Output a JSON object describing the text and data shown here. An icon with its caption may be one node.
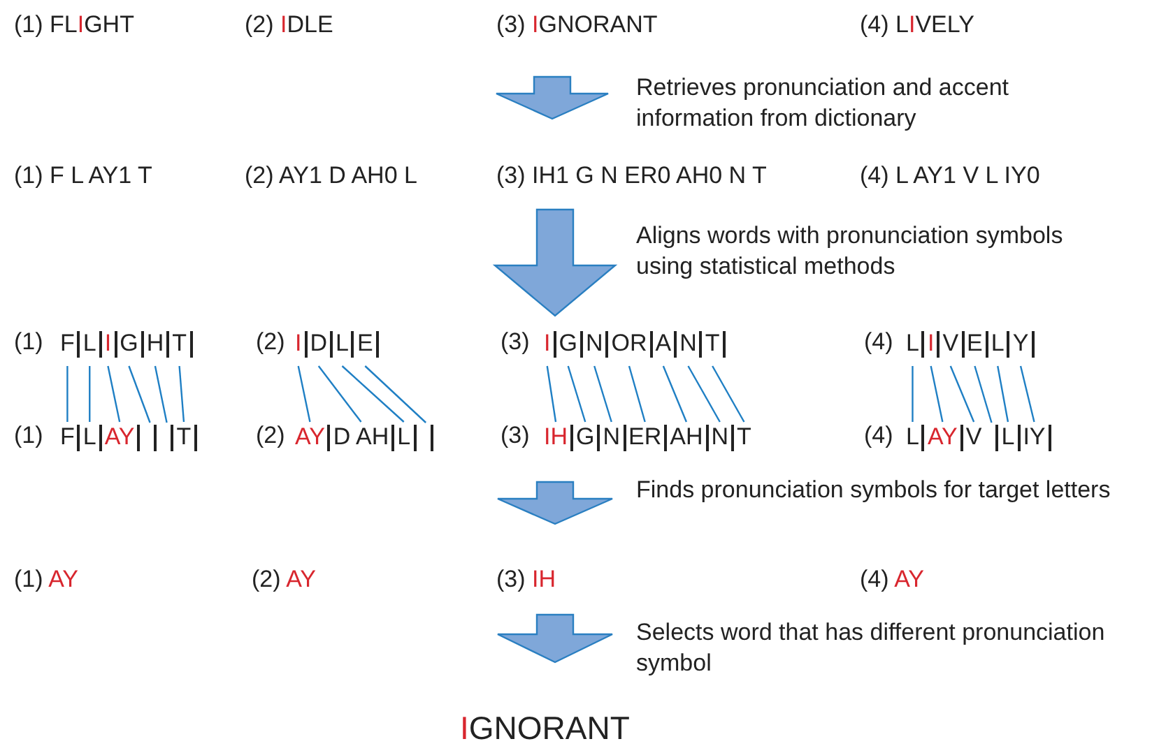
{
  "diagram": {
    "nodes": [
      {
        "text": [
          "F"
        ]
      },
      {
        "text": [
          "L"
        ]
      },
      {
        "text": [
          "I"
        ]
      },
      {
        "text": [
          "G"
        ]
      },
      {
        "text": [
          "H"
        ]
      },
      {
        "text": [
          "T"
        ]
      },
      {
        "text": [
          "I"
        ]
      },
      {
        "text": [
          "D"
        ]
      },
      {
        "text": [
          "L"
        ]
      },
      {
        "text": [
          "E"
        ]
      },
      {
        "text": [
          "I"
        ]
      },
      {
        "text": [
          "G"
        ]
      },
      {
        "text": [
          "N"
        ]
      },
      {
        "text": [
          "OR"
        ]
      },
      {
        "text": [
          "A"
        ]
      },
      {
        "text": [
          "N"
        ]
      },
      {
        "text": [
          "T"
        ]
      },
      {
        "text": [
          "L"
        ]
      },
      {
        "text": [
          "I"
        ]
      },
      {
        "text": [
          "V"
        ]
      },
      {
        "text": [
          "E"
        ]
      },
      {
        "text": [
          "L"
        ]
      },
      {
        "text": [
          "Y"
        ]
      },
      {
        "text": [
          "F"
        ]
      },
      {
        "text": [
          "L"
        ]
      },
      {
        "text": [
          "AY"
        ]
      },
      {
        "text": [],
        "shape": "box"
      },
      {
        "text": [],
        "shape": "box"
      },
      {
        "text": [
          "T"
        ]
      },
      {
        "text": [
          "AY"
        ]
      },
      {
        "text": [
          "D AH"
        ]
      },
      {
        "text": [
          "L"
        ]
      },
      {
        "text": [],
        "shape": "box"
      },
      {
        "text": [
          "IH"
        ]
      },
      {
        "text": [
          "G"
        ]
      },
      {
        "text": [
          "N"
        ]
      },
      {
        "text": [
          "ER"
        ]
      },
      {
        "text": [
          "AH"
        ]
      },
      {
        "text": [
          "N"
        ]
      },
      {
        "text": [
          "T"
        ]
      },
      {
        "text": [
          "L"
        ]
      },
      {
        "text": [
          "AY"
        ]
      },
      {
        "text": [
          "V"
        ]
      },
      {
        "text": [],
        "shape": "box"
      },
      {
        "text": [
          "L"
        ]
      },
      {
        "text": [
          "IY"
        ]
      }
    ],
    "edges": [
      {
        "from": 0,
        "to": 23,
        "arrow": "none"
      },
      {
        "from": 1,
        "to": 24,
        "arrow": "none"
      },
      {
        "from": 2,
        "to": 25,
        "arrow": "none"
      },
      {
        "from": 3,
        "to": 26,
        "arrow": "none"
      },
      {
        "from": 4,
        "to": 27,
        "arrow": "none"
      },
      {
        "from": 5,
        "to": 28,
        "arrow": "none"
      },
      {
        "from": 6,
        "to": 29,
        "arrow": "none"
      },
      {
        "from": 7,
        "to": 30,
        "arrow": "none"
      },
      {
        "from": 8,
        "to": 31,
        "arrow": "none"
      },
      {
        "from": 9,
        "to": 32,
        "arrow": "none"
      },
      {
        "from": 10,
        "to": 33,
        "arrow": "none"
      },
      {
        "from": 11,
        "to": 34,
        "arrow": "none"
      },
      {
        "from": 12,
        "to": 35,
        "arrow": "none"
      },
      {
        "from": 13,
        "to": 36,
        "arrow": "none"
      },
      {
        "from": 14,
        "to": 37,
        "arrow": "none"
      },
      {
        "from": 15,
        "to": 38,
        "arrow": "none"
      },
      {
        "from": 16,
        "to": 39,
        "arrow": "none"
      },
      {
        "from": 17,
        "to": 40,
        "arrow": "none"
      },
      {
        "from": 18,
        "to": 41,
        "arrow": "none"
      },
      {
        "from": 19,
        "to": 42,
        "arrow": "none"
      },
      {
        "from": 20,
        "to": 43,
        "arrow": "none"
      },
      {
        "from": 21,
        "to": 44,
        "arrow": "none"
      },
      {
        "from": 22,
        "to": 45,
        "arrow": "none"
      }
    ],
    "labels": [
      "(1) FLIGHT",
      "(2) IDLE",
      "(3) IGNORANT",
      "(4) LIVELY",
      "Retrieves pronunciation and accent information from dictionary",
      "(1) F L AY1 T",
      "(2) AY1 D AH0 L",
      "(3) IH1 G N ER0 AH0 N T",
      "(4) L AY1 V L IY0",
      "Aligns words with pronunciation symbols using statistical methods",
      "(1)",
      "(2)",
      "(3)",
      "(4)",
      "(1)",
      "(2)",
      "(3)",
      "(4)",
      "Finds pronunciation symbols for target letters",
      "(1) AY",
      "(2) AY",
      "(3) IH",
      "(4) AY",
      "Selects word that has different pronunciation symbol",
      "IGNORANT"
    ]
  }
}
